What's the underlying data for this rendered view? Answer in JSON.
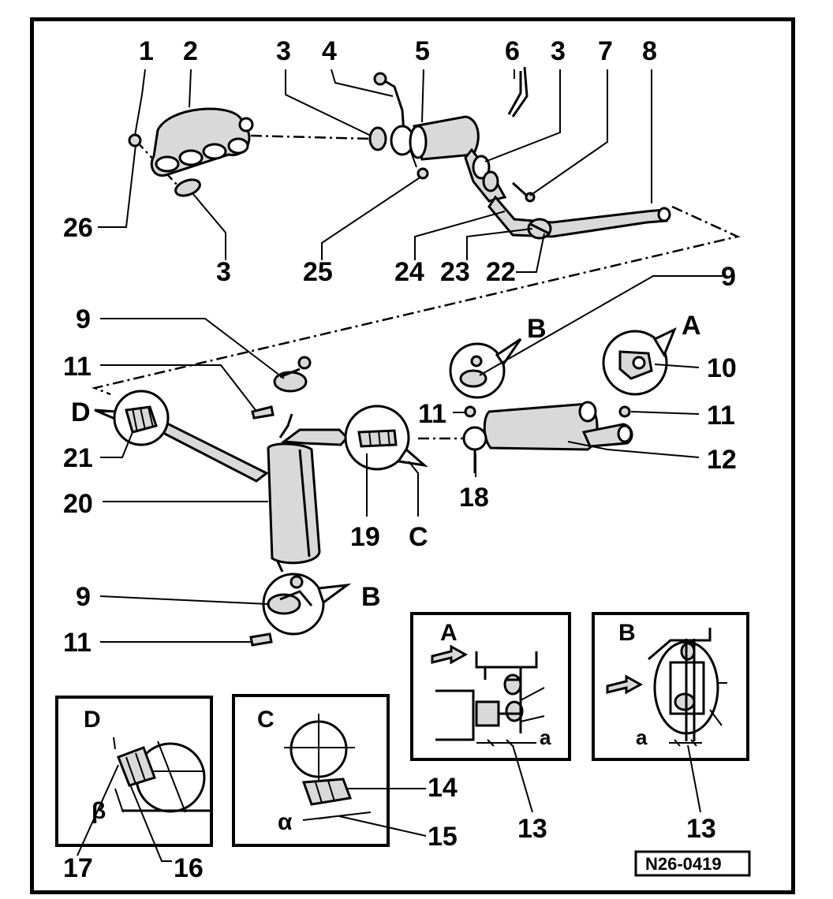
{
  "diagram": {
    "reference_code": "N26-0419",
    "callouts": {
      "c1": "1",
      "c2": "2",
      "c3a": "3",
      "c4": "4",
      "c5": "5",
      "c6": "6",
      "c3b": "3",
      "c7": "7",
      "c8": "8",
      "c26": "26",
      "c3c": "3",
      "c25": "25",
      "c24": "24",
      "c23": "23",
      "c22": "22",
      "c9a": "9",
      "c9b": "9",
      "c11a": "11",
      "cB1": "B",
      "cA1": "A",
      "c10": "10",
      "cD1": "D",
      "c21": "21",
      "c11b": "11",
      "c11c": "11",
      "c12": "12",
      "c20": "20",
      "c18": "18",
      "c19": "19",
      "cC1": "C",
      "c9c": "9",
      "cB2": "B",
      "c11d": "11",
      "c13a": "13",
      "c13b": "13",
      "c14": "14",
      "c15": "15",
      "c17": "17",
      "c16": "16"
    },
    "details": {
      "A": {
        "title": "A",
        "dim_label": "a"
      },
      "B": {
        "title": "B",
        "dim_label": "a"
      },
      "C": {
        "title": "C",
        "angle_label": "α"
      },
      "D": {
        "title": "D",
        "angle_label": "β"
      }
    }
  }
}
